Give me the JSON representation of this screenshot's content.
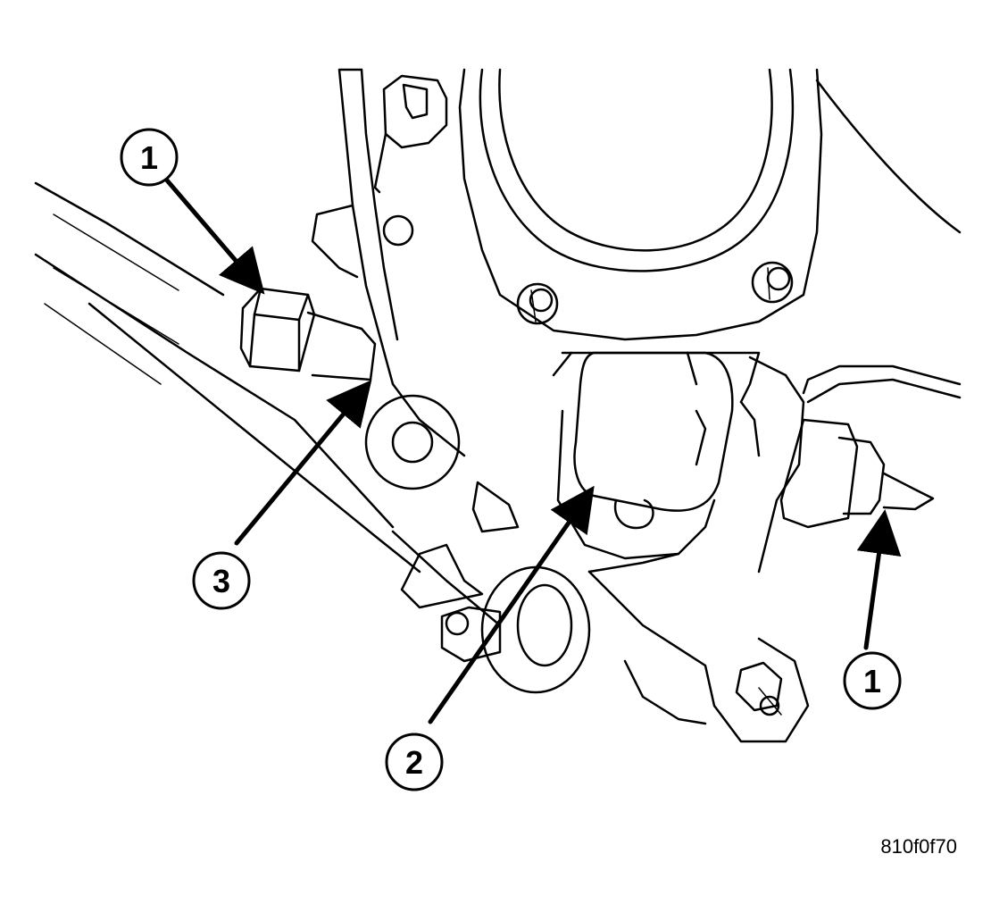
{
  "callouts": {
    "c1_top": "1",
    "c3": "3",
    "c2": "2",
    "c1_right": "1"
  },
  "figure_id": "810f0f70",
  "colors": {
    "line": "#000000",
    "background": "#ffffff"
  }
}
